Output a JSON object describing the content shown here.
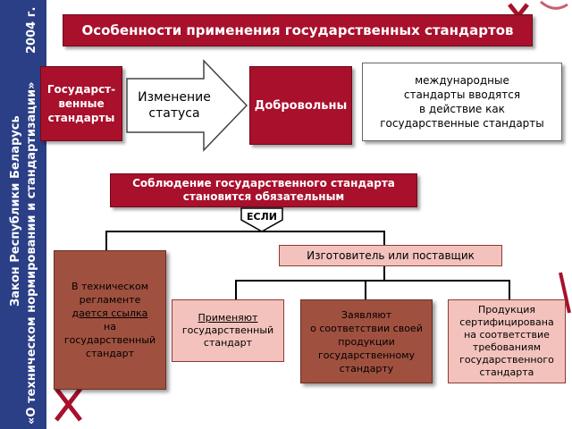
{
  "sidebar": {
    "line1": "Закон Республики Беларусь",
    "line2": "«О техническом нормировании и стандартизации»",
    "year": "2004 г."
  },
  "title": "Особенности применения государственных стандартов",
  "top_row": {
    "state_standards": "Государст-\nвенные\nстандарты",
    "status_change": "Изменение\nстатуса",
    "voluntary": "Добровольны",
    "international": "международные\nстандарты вводятся\nв действие как\nгосударственные стандарты"
  },
  "mandatory_box": "Соблюдение государственного стандарта\nстановится обязательным",
  "if_label": "ЕСЛИ",
  "manufacturer": "Изготовитель или поставщик",
  "tech_reg": {
    "before": "В техническом\nрегламенте\n",
    "underlined": "дается ссылка",
    "after": "\nна\nгосударственный\nстандарт"
  },
  "apply": {
    "underlined": "Применяют",
    "rest": "\nгосударственный\nстандарт"
  },
  "declare": "Заявляют\nо соответствии своей\nпродукции\nгосударственному\nстандарту",
  "certified": "Продукция\nсертифицирована\nна соответствие\nтребованиям\nгосударственного\nстандарта"
}
